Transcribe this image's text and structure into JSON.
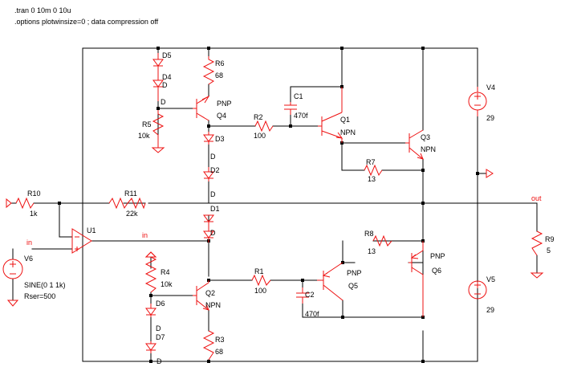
{
  "directives": {
    "tran": ".tran 0 10m 0 10u",
    "options": ".options plotwinsize=0 ; data compression off"
  },
  "nets": {
    "in_left": "in",
    "in_mid": "in",
    "out": "out"
  },
  "components": {
    "D5": {
      "name": "D5"
    },
    "D4": {
      "name": "D4",
      "value": "D"
    },
    "R6": {
      "name": "R6",
      "value": "68"
    },
    "Q4": {
      "name": "Q4",
      "value": "PNP"
    },
    "R5": {
      "name": "R5",
      "value": "10k"
    },
    "C1": {
      "name": "C1",
      "value": "470f"
    },
    "Q1": {
      "name": "Q1",
      "value": "NPN"
    },
    "R2": {
      "name": "R2",
      "value": "100"
    },
    "D3": {
      "name": "D3",
      "value": "D"
    },
    "Q3": {
      "name": "Q3",
      "value": "NPN"
    },
    "R7": {
      "name": "R7",
      "value": "13"
    },
    "D2": {
      "name": "D2",
      "value": "D"
    },
    "V4": {
      "name": "V4",
      "value": "29"
    },
    "R10": {
      "name": "R10",
      "value": "1k"
    },
    "R11": {
      "name": "R11",
      "value": "22k"
    },
    "D1": {
      "name": "D1",
      "value": "D"
    },
    "U1": {
      "name": "U1"
    },
    "V6": {
      "name": "V6",
      "value": "SINE(0 1 1k)",
      "rser": "Rser=500"
    },
    "R8": {
      "name": "R8",
      "value": "13"
    },
    "R9": {
      "name": "R9",
      "value": "5"
    },
    "R4": {
      "name": "R4",
      "value": "10k"
    },
    "R1": {
      "name": "R1",
      "value": "100"
    },
    "Q2": {
      "name": "Q2",
      "value": "NPN"
    },
    "D6": {
      "name": "D6",
      "value": "D"
    },
    "D7": {
      "name": "D7",
      "value": "D"
    },
    "Q5": {
      "name": "Q5",
      "value": "PNP"
    },
    "C2": {
      "name": "C2",
      "value": "470f"
    },
    "Q6": {
      "name": "Q6",
      "value": "PNP"
    },
    "R3": {
      "name": "R3",
      "value": "68"
    },
    "V5": {
      "name": "V5",
      "value": "29"
    }
  },
  "colors": {
    "wire": "#000000",
    "component": "#ee1111",
    "net_label": "#ee1111"
  }
}
